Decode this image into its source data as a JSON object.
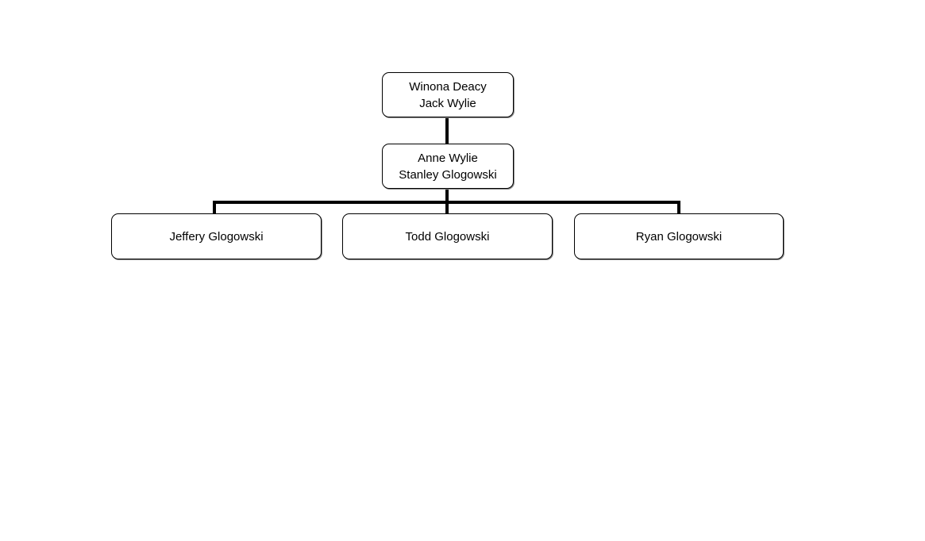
{
  "diagram": {
    "type": "family-tree-org-chart",
    "colors": {
      "background": "#ffffff",
      "box_fill": "#ffffff",
      "box_border": "#000000",
      "connector": "#000000",
      "text": "#000000"
    },
    "generations": {
      "grandparents": {
        "line1": "Winona Deacy",
        "line2": "Jack Wylie"
      },
      "parents": {
        "line1": "Anne Wylie",
        "line2": "Stanley Glogowski"
      },
      "children": [
        {
          "name": "Jeffery Glogowski"
        },
        {
          "name": "Todd Glogowski"
        },
        {
          "name": "Ryan Glogowski"
        }
      ]
    }
  }
}
